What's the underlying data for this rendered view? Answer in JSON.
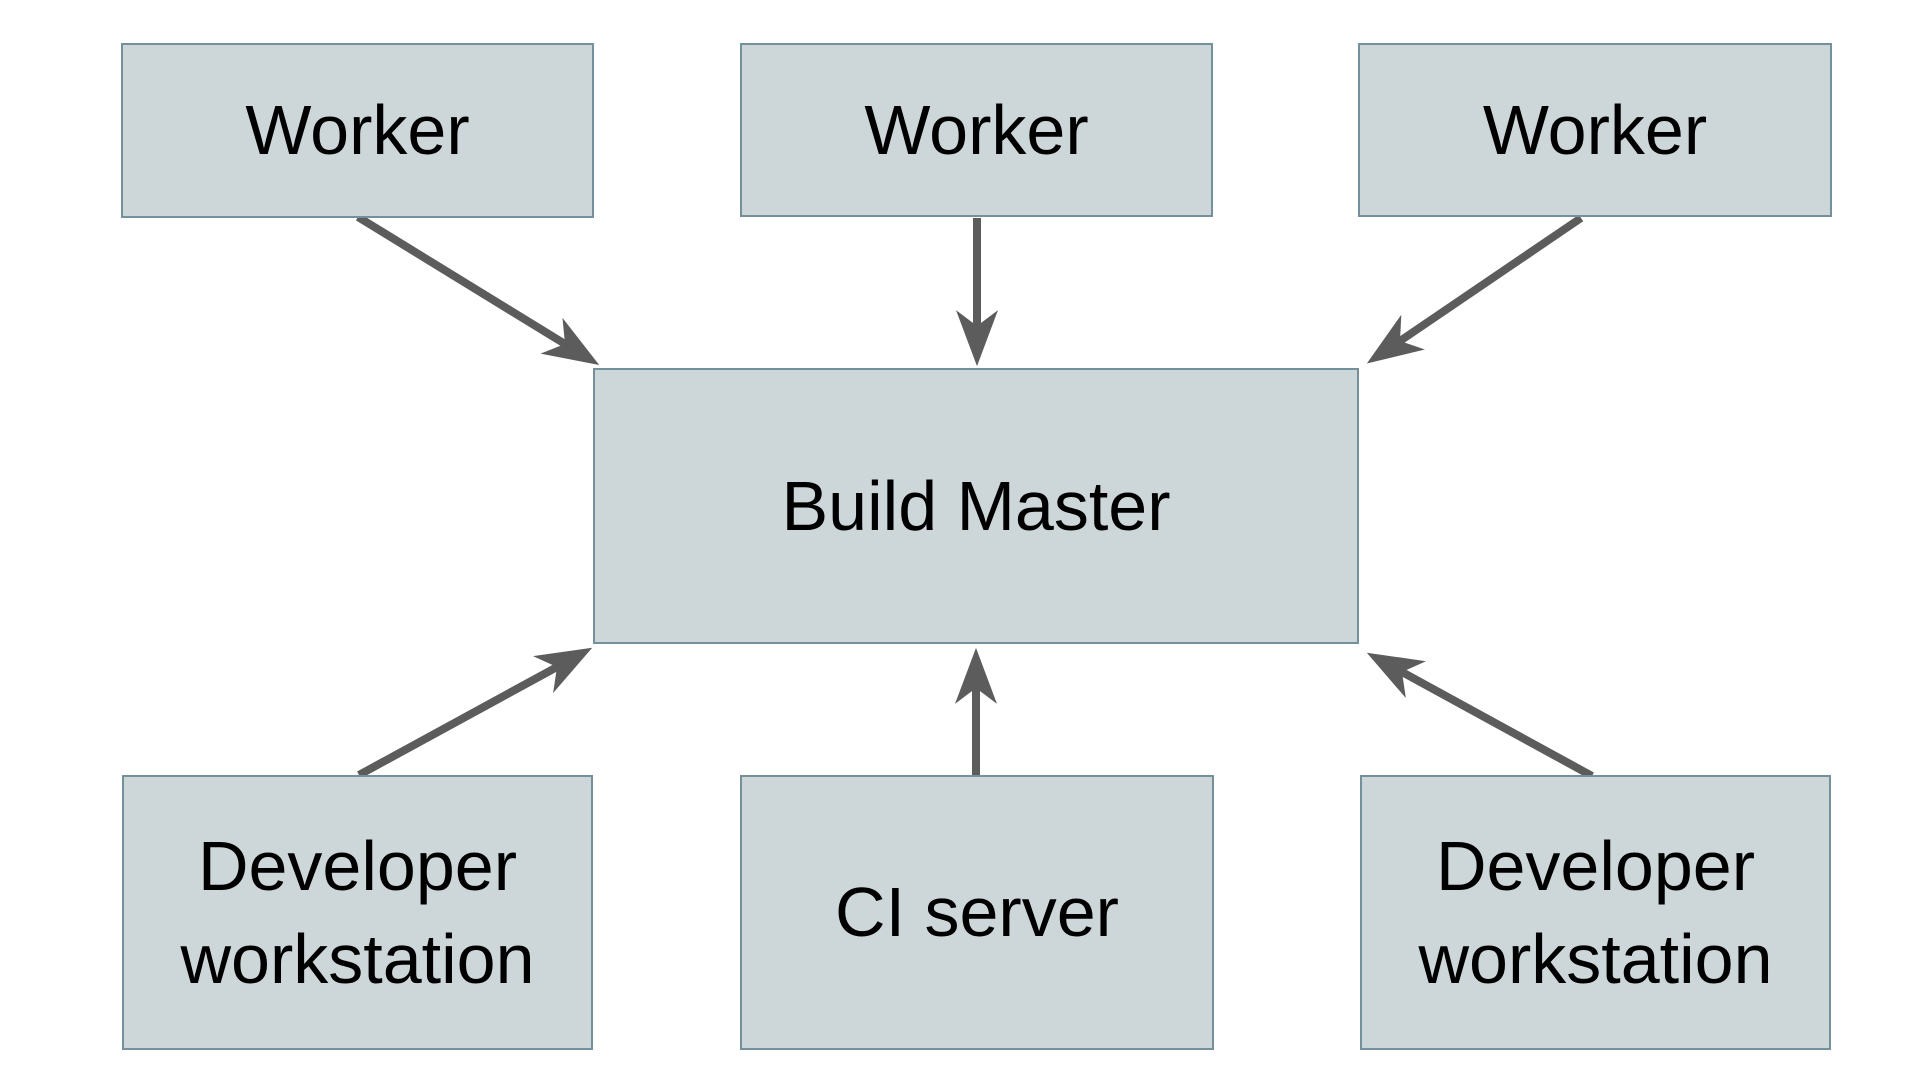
{
  "diagram": {
    "type": "node-link-diagram",
    "background_color": "#ffffff",
    "node_fill_color": "#cdd6d9",
    "node_border_color": "#74909a",
    "arrow_color": "#5c5c5c",
    "text_color": "#000000",
    "nodes": [
      {
        "id": "worker-1",
        "label": "Worker",
        "position": "top-left"
      },
      {
        "id": "worker-2",
        "label": "Worker",
        "position": "top-center"
      },
      {
        "id": "worker-3",
        "label": "Worker",
        "position": "top-right"
      },
      {
        "id": "build-master",
        "label": "Build Master",
        "position": "center"
      },
      {
        "id": "dev-ws-1",
        "label": "Developer workstation",
        "position": "bottom-left"
      },
      {
        "id": "ci-server",
        "label": "CI server",
        "position": "bottom-center"
      },
      {
        "id": "dev-ws-2",
        "label": "Developer workstation",
        "position": "bottom-right"
      }
    ],
    "edges": [
      {
        "from": "worker-1",
        "to": "build-master"
      },
      {
        "from": "worker-2",
        "to": "build-master"
      },
      {
        "from": "worker-3",
        "to": "build-master"
      },
      {
        "from": "dev-ws-1",
        "to": "build-master"
      },
      {
        "from": "ci-server",
        "to": "build-master"
      },
      {
        "from": "dev-ws-2",
        "to": "build-master"
      }
    ]
  }
}
